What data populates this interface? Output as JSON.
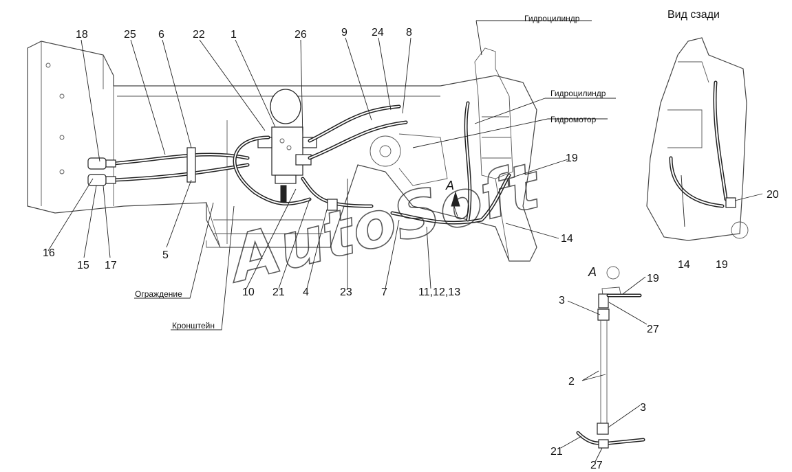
{
  "view_rear_title": "Вид сзади",
  "view_a_label": "A",
  "view_a_marker": "A",
  "watermark": "AutoSoft",
  "callouts": {
    "n18": "18",
    "n25": "25",
    "n6": "6",
    "n22": "22",
    "n1": "1",
    "n26": "26",
    "n9": "9",
    "n24": "24",
    "n8": "8",
    "n19_main": "19",
    "n14_main": "14",
    "n16": "16",
    "n15": "15",
    "n17": "17",
    "n5": "5",
    "n10": "10",
    "n21_main": "21",
    "n4": "4",
    "n23": "23",
    "n7": "7",
    "n11_12_13": "11,12,13",
    "n20": "20",
    "n14_rear": "14",
    "n19_rear": "19",
    "n19_a": "19",
    "n3_top": "3",
    "n27_top": "27",
    "n2": "2",
    "n3_bot": "3",
    "n21_a": "21",
    "n27_bot": "27"
  },
  "text_labels": {
    "hydrocylinder_1": "Гидроцилиндр",
    "hydrocylinder_2": "Гидроцилиндр",
    "hydromotor": "Гидромотор",
    "guard": "Ограждение",
    "bracket": "Кронштейн"
  }
}
